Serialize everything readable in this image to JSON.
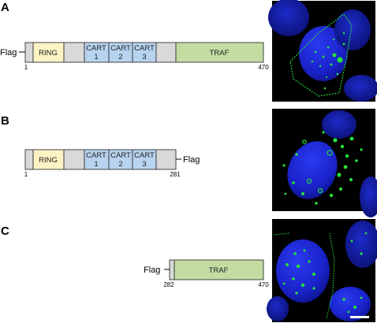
{
  "panels": [
    {
      "letter": "A",
      "tag": "Flag",
      "start": "1",
      "end": "470",
      "domains": {
        "ring": "RING",
        "cart1": [
          "CART",
          "1"
        ],
        "cart2": [
          "CART",
          "2"
        ],
        "cart3": [
          "CART",
          "3"
        ],
        "traf": "TRAF"
      }
    },
    {
      "letter": "B",
      "tag": "Flag",
      "start": "1",
      "end": "281",
      "domains": {
        "ring": "RING",
        "cart1": [
          "CART",
          "1"
        ],
        "cart2": [
          "CART",
          "2"
        ],
        "cart3": [
          "CART",
          "3"
        ]
      }
    },
    {
      "letter": "C",
      "tag": "Flag",
      "start": "282",
      "end": "470",
      "domains": {
        "traf": "TRAF"
      }
    }
  ],
  "colors": {
    "ring": "#fbf3c4",
    "cart": "#b7d3ef",
    "traf": "#c2dca2",
    "linker": "#d9d9d9",
    "nucleus": "#1a22c8",
    "signal": "#27e23c",
    "background": "#000000"
  }
}
